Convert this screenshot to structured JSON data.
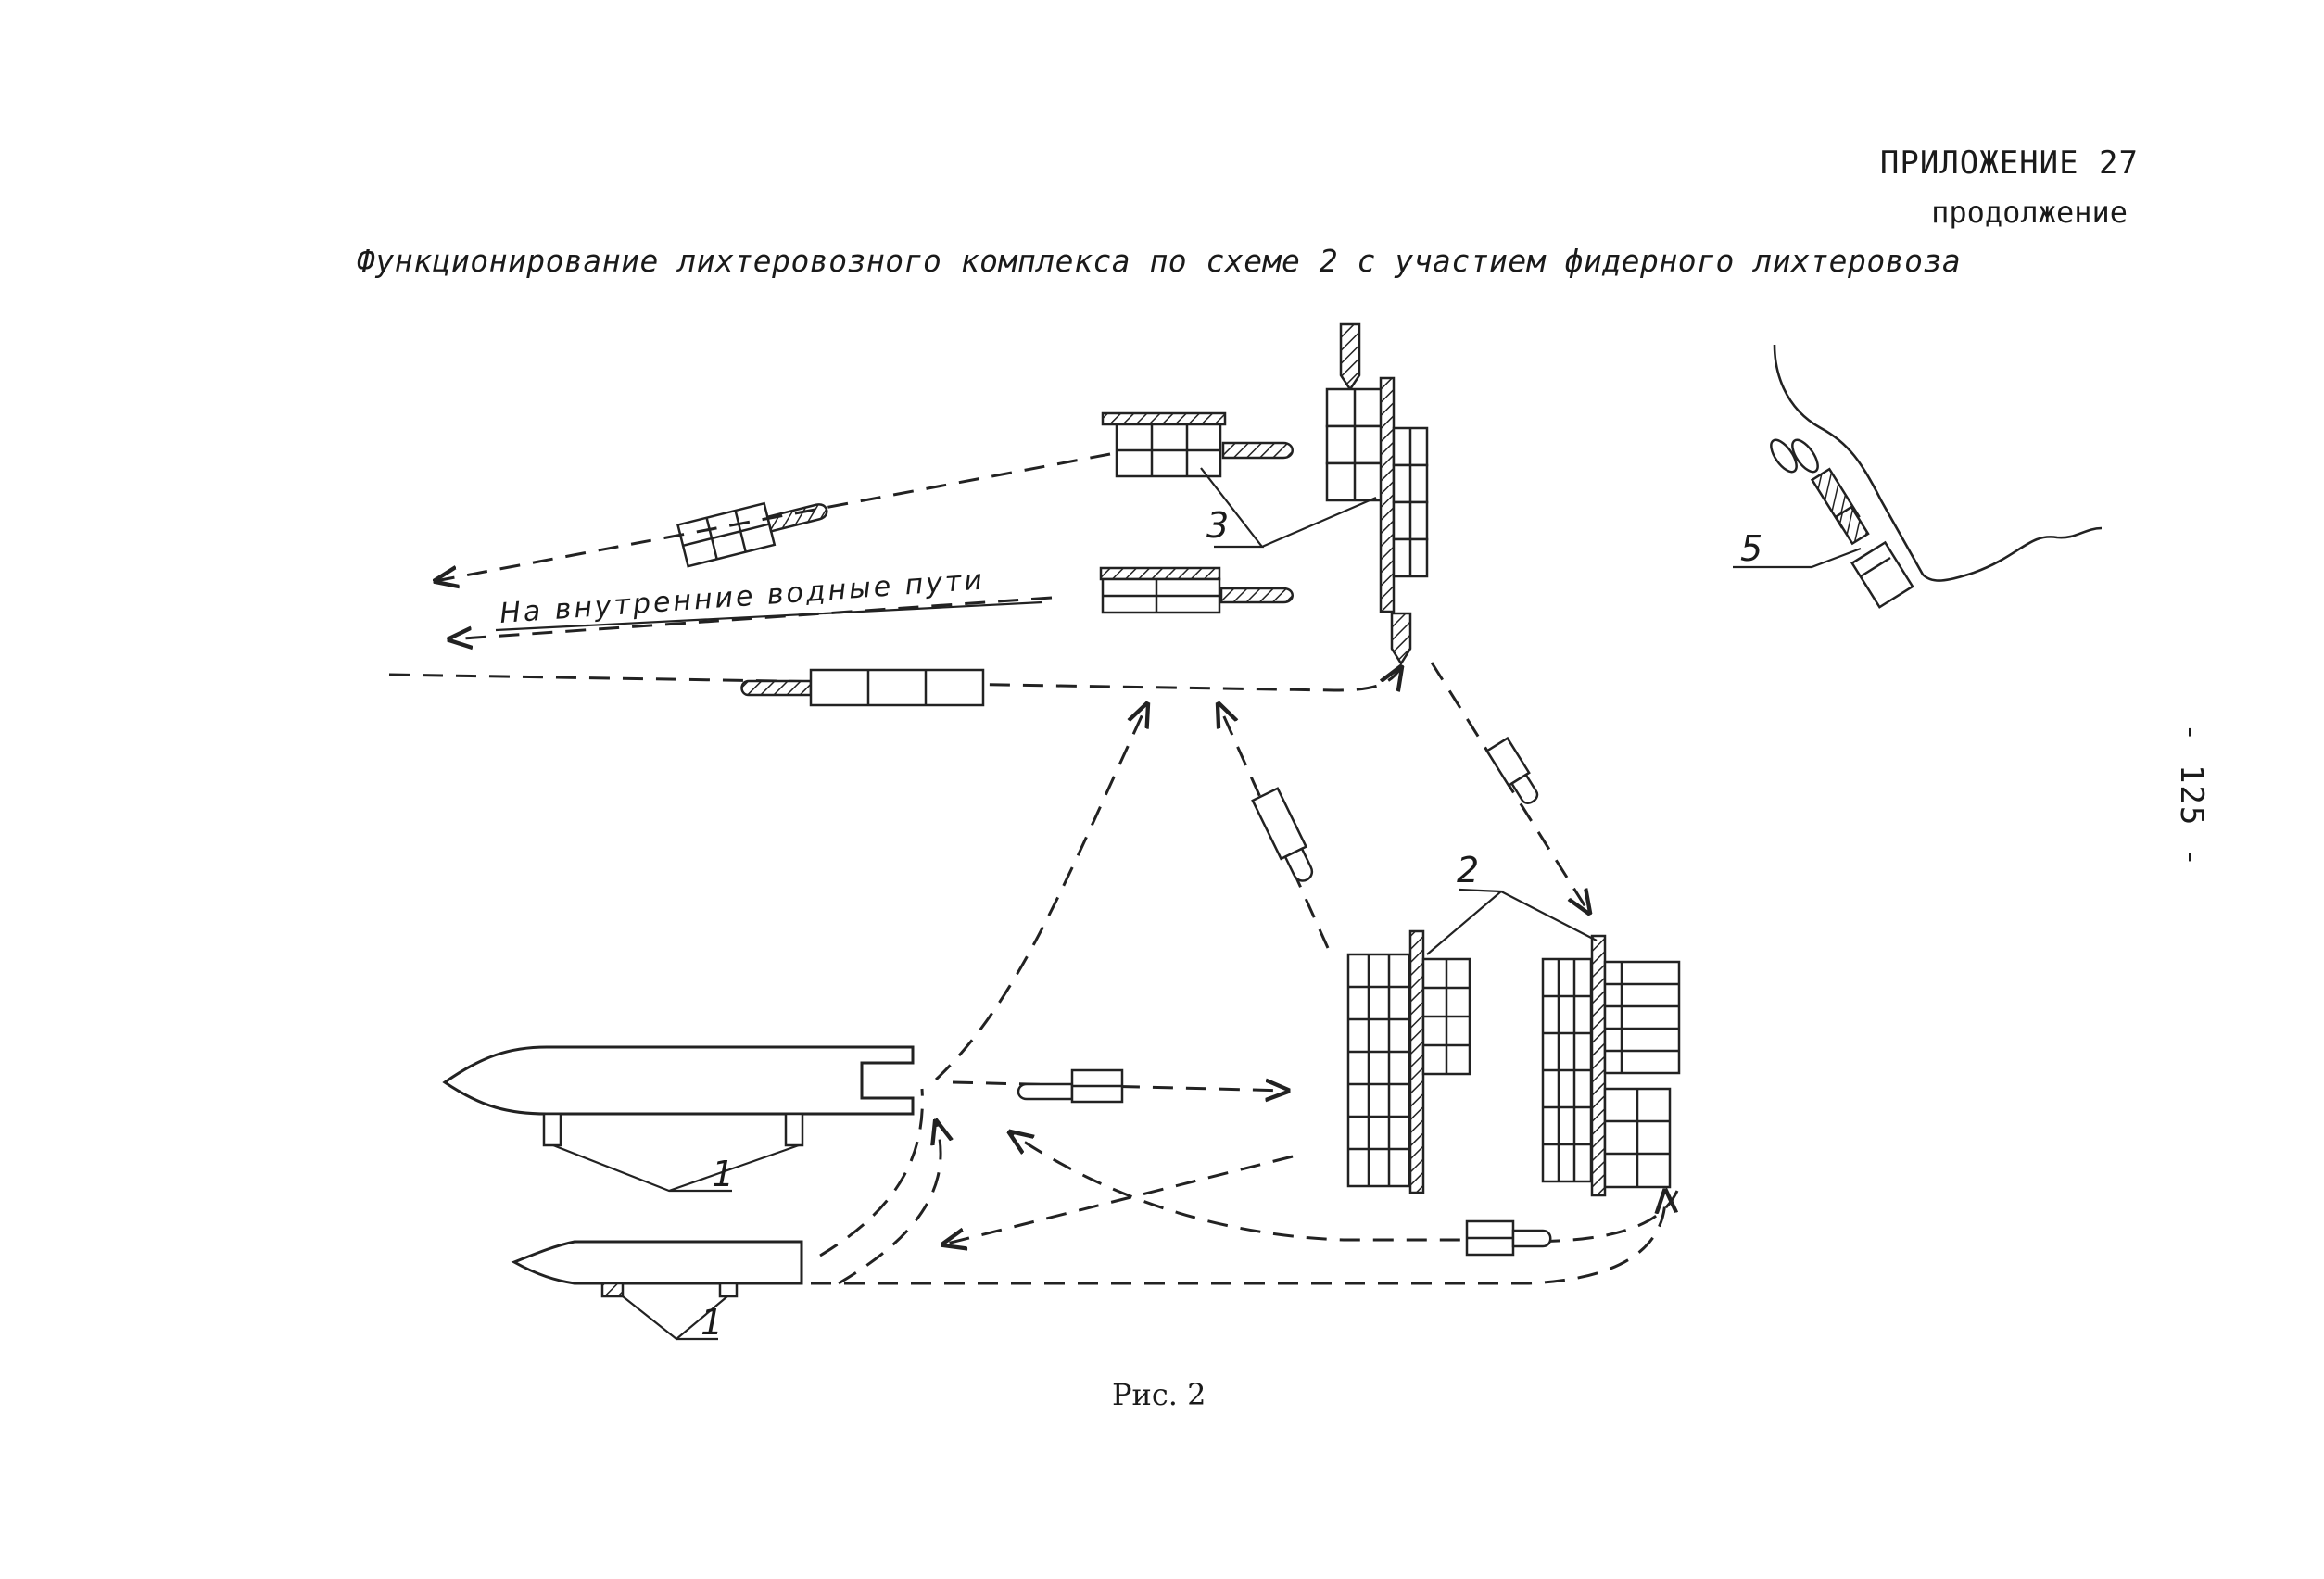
{
  "header": {
    "appendix": "ПРИЛОЖЕНИЕ 27",
    "continued": "продолжение"
  },
  "title": "Функционирование лихтеровозного комплекса по схеме 2 с участием фидерного лихтеровоза",
  "route_label": "На внутренние водные пути",
  "callouts": {
    "berth_1_top": "1",
    "berth_1_bottom": "1",
    "group_2": "2",
    "group_3": "3",
    "group_5": "5"
  },
  "caption": "Рис. 2",
  "page_number": "- 125 -"
}
